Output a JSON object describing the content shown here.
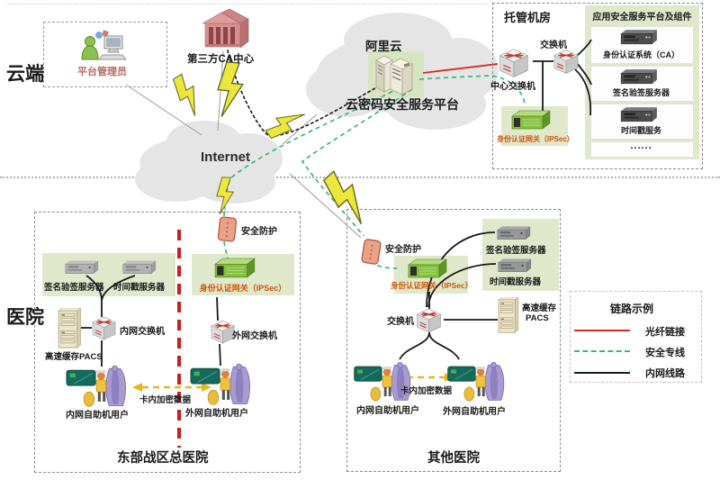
{
  "regions": {
    "cloud": "云端",
    "hospital": "医院"
  },
  "admin": {
    "label": "平台管理员"
  },
  "ca": {
    "label": "第三方CA中心"
  },
  "aliyun": {
    "label": "阿里云",
    "platform": "云密码安全服务平台"
  },
  "internet": {
    "label": "Internet"
  },
  "datacenter": {
    "title": "托管机房",
    "central_switch": "中心交换机",
    "switch": "交换机",
    "panel_title": "应用安全服务平台及组件",
    "servers": [
      "身份认证系统（CA）",
      "签名验签服务器",
      "时间戳服务"
    ],
    "more": "......",
    "gateway": "身份认证网关（IPSec）"
  },
  "hospital1": {
    "title": "东部战区总医院",
    "security": "安全防护",
    "gateway": "身份认证网关（IPSec）",
    "sign_server": "签名验签服务器",
    "time_server": "时间戳服务器",
    "intranet_switch": "内网交换机",
    "extranet_switch": "外网交换机",
    "pacs": "高速缓存PACS",
    "card_data": "卡内加密数据",
    "intranet_user": "内网自助机用户",
    "extranet_user": "外网自助机用户"
  },
  "hospital2": {
    "title": "其他医院",
    "security": "安全防护",
    "gateway": "身份认证网关（IPSec）",
    "sign_server": "签名验签服务器",
    "time_server": "时间戳服务器",
    "switch": "交换机",
    "pacs_line1": "高速缓存",
    "pacs_line2": "PACS",
    "card_data": "卡内加密数据",
    "intranet_user": "内网自助机用户",
    "extranet_user": "外网自助机用户"
  },
  "legend": {
    "title": "链路示例",
    "items": [
      {
        "label": "光纤链接",
        "color": "#d42a20",
        "style": "solid"
      },
      {
        "label": "安全专线",
        "color": "#3cb878",
        "style": "dashed"
      },
      {
        "label": "内网线路",
        "color": "#1a1a1a",
        "style": "solid"
      }
    ]
  },
  "colors": {
    "panel_green": "#dfe8ca",
    "gateway_text": "#d25408",
    "divider_red": "#c81e1e"
  }
}
